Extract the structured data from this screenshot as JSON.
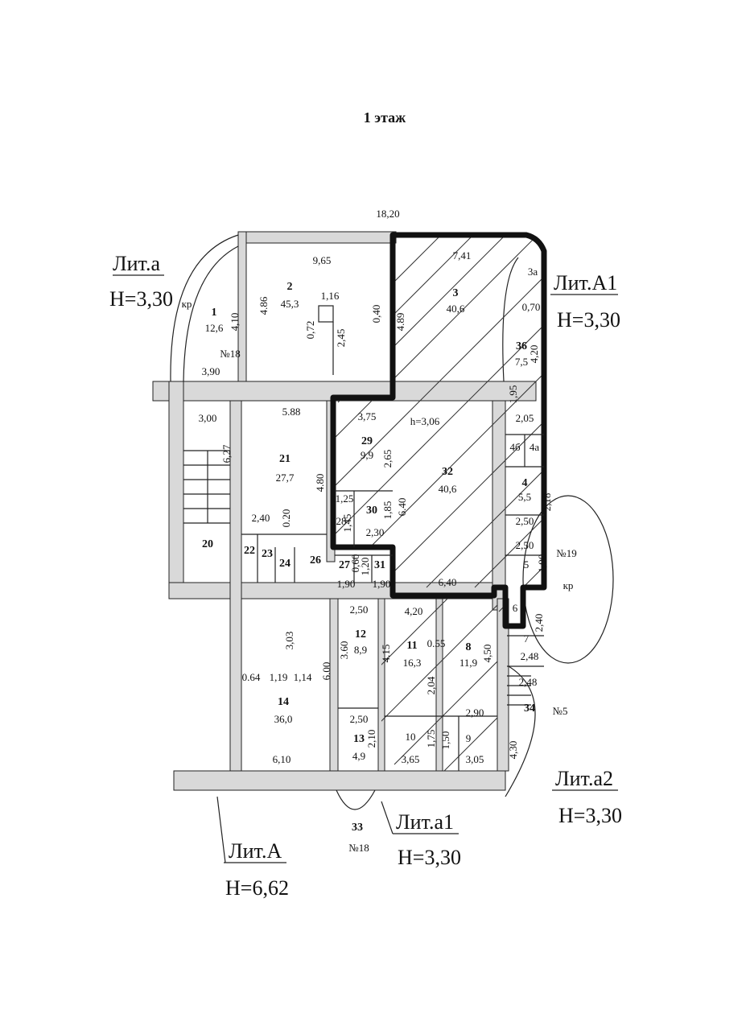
{
  "title": "1 этаж",
  "top_dimension": "18,20",
  "liters": [
    {
      "name": "Лит.а",
      "height": "H=3,30"
    },
    {
      "name": "Лит.А1",
      "height": "H=3,30"
    },
    {
      "name": "Лит.а2",
      "height": "H=3,30"
    },
    {
      "name": "Лит.а1",
      "height": "H=3,30"
    },
    {
      "name": "Лит.А",
      "height": "H=6,62"
    }
  ],
  "rooms": [
    {
      "num": "1",
      "area": "12,6"
    },
    {
      "num": "2",
      "area": "45,3"
    },
    {
      "num": "3",
      "area": "40,6"
    },
    {
      "num": "3а",
      "area": ""
    },
    {
      "num": "36",
      "area": "7,5"
    },
    {
      "num": "4",
      "area": "5,5"
    },
    {
      "num": "4б",
      "area": ""
    },
    {
      "num": "4а",
      "area": ""
    },
    {
      "num": "5",
      "area": ""
    },
    {
      "num": "6",
      "area": ""
    },
    {
      "num": "7",
      "area": ""
    },
    {
      "num": "8",
      "area": "11,9"
    },
    {
      "num": "9",
      "area": ""
    },
    {
      "num": "10",
      "area": ""
    },
    {
      "num": "11",
      "area": "16,3"
    },
    {
      "num": "12",
      "area": "8,9"
    },
    {
      "num": "13",
      "area": "4,9"
    },
    {
      "num": "14",
      "area": "36,0"
    },
    {
      "num": "20",
      "area": ""
    },
    {
      "num": "21",
      "area": "27,7"
    },
    {
      "num": "22",
      "area": ""
    },
    {
      "num": "23",
      "area": ""
    },
    {
      "num": "24",
      "area": ""
    },
    {
      "num": "26",
      "area": ""
    },
    {
      "num": "27",
      "area": ""
    },
    {
      "num": "28",
      "area": ""
    },
    {
      "num": "29",
      "area": "9,9"
    },
    {
      "num": "30",
      "area": ""
    },
    {
      "num": "31",
      "area": ""
    },
    {
      "num": "32",
      "area": "40,6"
    },
    {
      "num": "33",
      "area": ""
    },
    {
      "num": "34",
      "area": ""
    }
  ],
  "dimensions": [
    "9,65",
    "7,41",
    "1,16",
    "4.86",
    "0,72",
    "2,45",
    "0,40",
    "4.89",
    "4,10",
    "3,90",
    "0,70",
    "4,20",
    "1,95",
    "2,05",
    "3,00",
    "6,27",
    "5.88",
    "4.80",
    "3,75",
    "h=3,06",
    "2,65",
    "6.40",
    "0.20",
    "2,40",
    "1,25",
    "1,85",
    "2,30",
    "2,50",
    "2,48",
    "2,50",
    "1,90",
    "1,20",
    "1,90",
    "6,40",
    "2,50",
    "4,20",
    "0.55",
    "3,03",
    "3.60",
    "4.15",
    "2,04",
    "4,50",
    "0.64",
    "1,19",
    "1,14",
    "6.00",
    "2,90",
    "2,50",
    "2,10",
    "1,75",
    "1,50",
    "3,65",
    "3,05",
    "6,10",
    "2,40",
    "2,48",
    "4,30",
    "1,90",
    "1,45",
    "0,60",
    "2,18"
  ],
  "markers": [
    "№18",
    "кр",
    "№19",
    "кр",
    "№5",
    "№18"
  ]
}
